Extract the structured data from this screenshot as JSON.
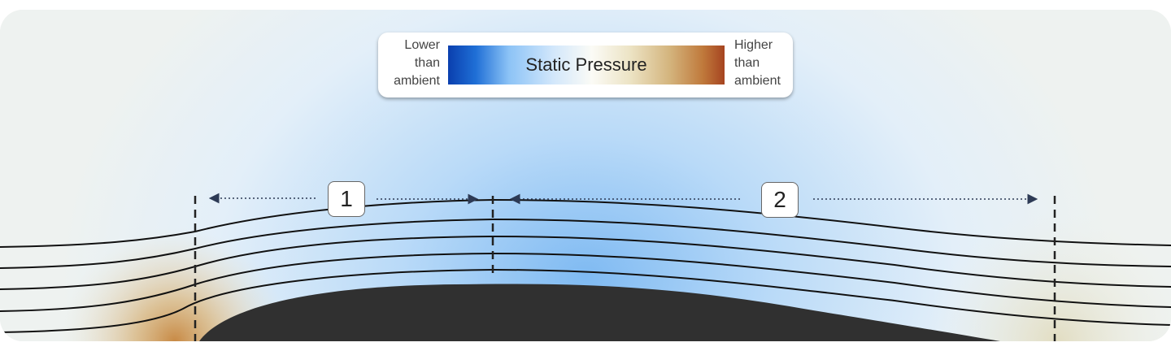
{
  "legend": {
    "title": "Static Pressure",
    "low_label": "Lower\nthan\nambient",
    "high_label": "Higher\nthan\nambient"
  },
  "sections": [
    {
      "label": "1"
    },
    {
      "label": "2"
    }
  ],
  "colors": {
    "airfoil": "#303030",
    "low_pressure": "#1f6fd6",
    "high_pressure": "#a64420",
    "streamline": "#111111",
    "arrow": "#2d3a55"
  }
}
